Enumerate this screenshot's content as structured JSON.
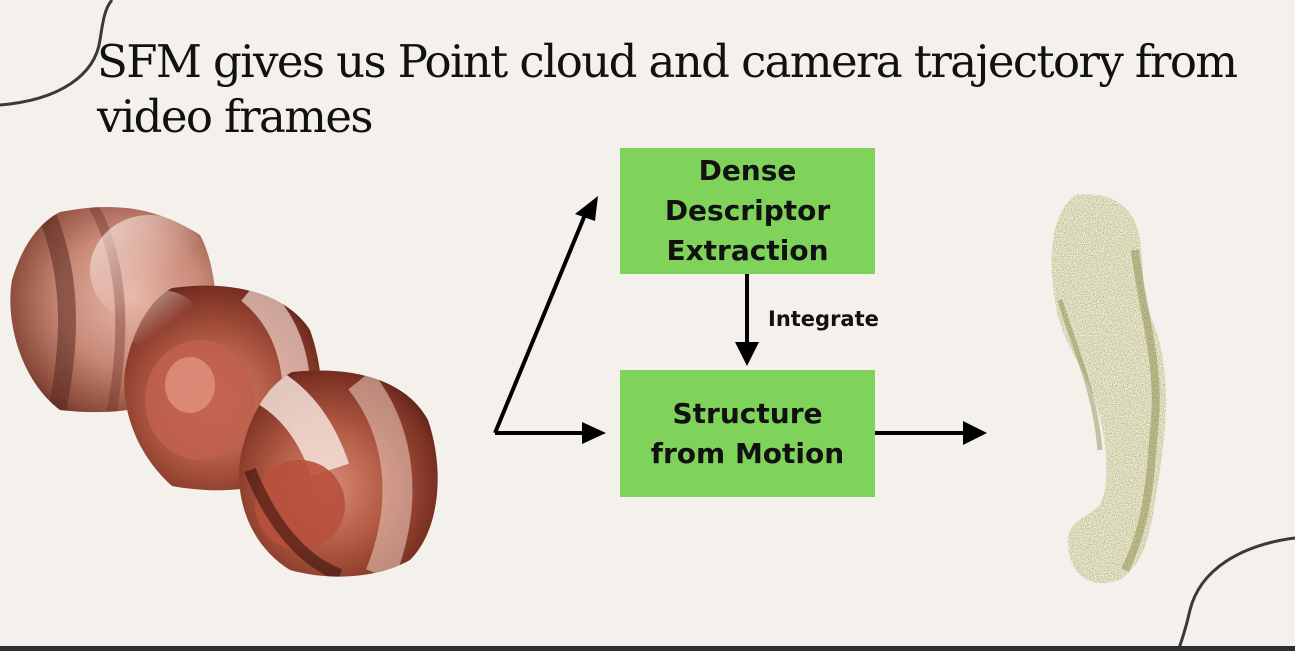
{
  "slide": {
    "title": "SFM gives us Point cloud and camera trajectory from video frames"
  },
  "diagram": {
    "nodes": [
      {
        "id": "dense",
        "label": "Dense\nDescriptor\nExtraction",
        "color": "#7fd35b"
      },
      {
        "id": "sfm",
        "label": "Structure\nfrom Motion",
        "color": "#7fd35b"
      }
    ],
    "edges": [
      {
        "from": "video-frames",
        "to": "dense",
        "label": ""
      },
      {
        "from": "video-frames",
        "to": "sfm",
        "label": ""
      },
      {
        "from": "dense",
        "to": "sfm",
        "label": "Integrate"
      },
      {
        "from": "sfm",
        "to": "point-cloud",
        "label": ""
      }
    ]
  },
  "images": {
    "frames": [
      "endoscopic-frame",
      "endoscopic-frame",
      "endoscopic-frame"
    ],
    "point_cloud": "sparse-point-cloud"
  },
  "colors": {
    "background": "#f4f1ec",
    "box_fill": "#7fd35b",
    "point_cloud": "#6b6b1e",
    "decor_line": "#3a3a3a"
  }
}
